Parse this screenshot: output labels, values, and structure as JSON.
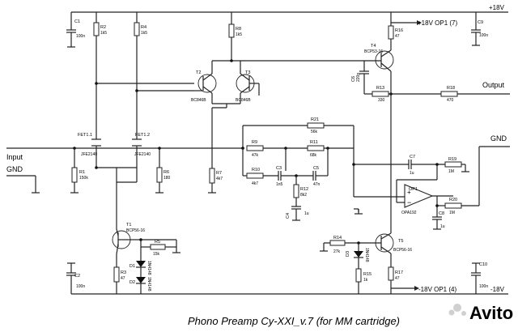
{
  "title": "Phono Preamp Cy-XXI_v.7 (for MM cartridge)",
  "watermark": "Avito",
  "rails": {
    "top": "+18V",
    "bottom": "-18V",
    "top_opamp": "+18V OP1 (7)",
    "bottom_opamp": "-18V OP1 (4)"
  },
  "ports": {
    "input": "Input",
    "gnd_left": "GND",
    "output": "Output",
    "gnd_right": "GND"
  },
  "components": {
    "C1": {
      "ref": "C1",
      "val": "100n"
    },
    "C2": {
      "ref": "C2",
      "val": "100n"
    },
    "C3": {
      "ref": "C3",
      "val": "1n5"
    },
    "C4": {
      "ref": "C4",
      "val": "1u"
    },
    "C5": {
      "ref": "C5",
      "val": "47n"
    },
    "C6": {
      "ref": "C6",
      "val": "220p"
    },
    "C7": {
      "ref": "C7",
      "val": "1u"
    },
    "C8": {
      "ref": "C8",
      "val": "1u"
    },
    "C9": {
      "ref": "C9",
      "val": "100n"
    },
    "C10": {
      "ref": "C10",
      "val": "100n"
    },
    "R1": {
      "ref": "R1",
      "val": "150k"
    },
    "R2": {
      "ref": "R2",
      "val": "1k5"
    },
    "R3": {
      "ref": "R3",
      "val": "47"
    },
    "R4": {
      "ref": "R4",
      "val": "1k5"
    },
    "R5": {
      "ref": "R5",
      "val": "15k"
    },
    "R6": {
      "ref": "R6",
      "val": "180"
    },
    "R7": {
      "ref": "R7",
      "val": "4k7"
    },
    "R8": {
      "ref": "R8",
      "val": "1k5"
    },
    "R9": {
      "ref": "R9",
      "val": "47k"
    },
    "R10": {
      "ref": "R10",
      "val": "4k7"
    },
    "R11": {
      "ref": "R11",
      "val": "68k"
    },
    "R12": {
      "ref": "R12",
      "val": "8k2"
    },
    "R13": {
      "ref": "R13",
      "val": "330"
    },
    "R14": {
      "ref": "R14",
      "val": "27k"
    },
    "R15": {
      "ref": "R15",
      "val": "1k"
    },
    "R16": {
      "ref": "R16",
      "val": "47"
    },
    "R17": {
      "ref": "R17",
      "val": "47"
    },
    "R18": {
      "ref": "R18",
      "val": "470"
    },
    "R19": {
      "ref": "R19",
      "val": "1M"
    },
    "R20": {
      "ref": "R20",
      "val": "1M"
    },
    "R21": {
      "ref": "R21",
      "val": "56k"
    },
    "T1": {
      "ref": "T1",
      "val": "BCP56-16"
    },
    "T2": {
      "ref": "T2",
      "val": "BC846B"
    },
    "T3": {
      "ref": "T3",
      "val": "BC846B"
    },
    "T4": {
      "ref": "T4",
      "val": "BCP53-16"
    },
    "T5": {
      "ref": "T5",
      "val": "BCP56-16"
    },
    "FET1_1": {
      "ref": "FET1.1",
      "val": "JFE2140"
    },
    "FET1_2": {
      "ref": "FET1.2",
      "val": "JFE2140"
    },
    "D1": {
      "ref": "D1",
      "val": "1N4148"
    },
    "D2": {
      "ref": "D2",
      "val": "1N4148"
    },
    "D3": {
      "ref": "D3",
      "val": "1N4148"
    },
    "OP1": {
      "ref": "OP1",
      "val": "OPA192"
    }
  }
}
